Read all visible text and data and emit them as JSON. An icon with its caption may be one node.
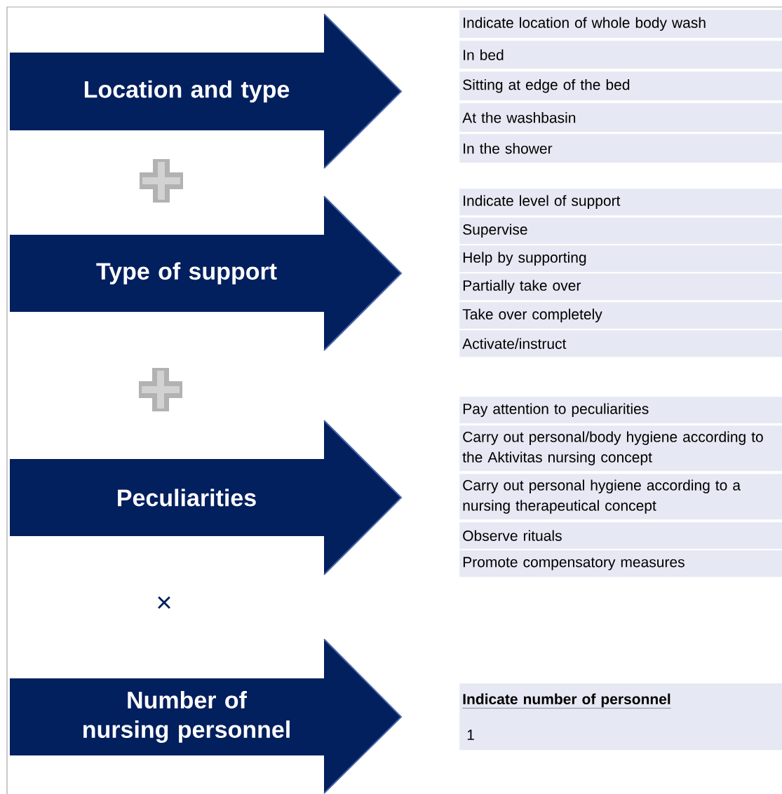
{
  "diagram": {
    "nodes": [
      {
        "text": [
          "Location and type"
        ]
      },
      {
        "text": [
          "Indicate location of whole body wash"
        ]
      },
      {
        "text": [
          "In bed"
        ]
      },
      {
        "text": [
          "Sitting at edge of the bed"
        ]
      },
      {
        "text": [
          "At the washbasin"
        ]
      },
      {
        "text": [
          "In the shower"
        ]
      },
      {
        "text": [
          "Type of support"
        ]
      },
      {
        "text": [
          "Indicate level of support"
        ]
      },
      {
        "text": [
          "Supervise"
        ]
      },
      {
        "text": [
          "Help by supporting"
        ]
      },
      {
        "text": [
          "Partially take over"
        ]
      },
      {
        "text": [
          "Take over completely"
        ]
      },
      {
        "text": [
          "Activate/instruct"
        ]
      },
      {
        "text": [
          "Peculiarities"
        ]
      },
      {
        "text": [
          "Pay attention to peculiarities"
        ]
      },
      {
        "text": [
          "Carry out personal/body hygiene according to the Aktivitas nursing concept"
        ]
      },
      {
        "text": [
          "Carry out personal hygiene according to a nursing therapeutical concept"
        ]
      },
      {
        "text": [
          "Observe rituals"
        ]
      },
      {
        "text": [
          "Promote compensatory measures"
        ]
      },
      {
        "text": [
          "Number of nursing personnel"
        ]
      },
      {
        "text": [
          "Indicate number of personnel",
          "1"
        ]
      }
    ],
    "labels": [
      "×"
    ]
  }
}
